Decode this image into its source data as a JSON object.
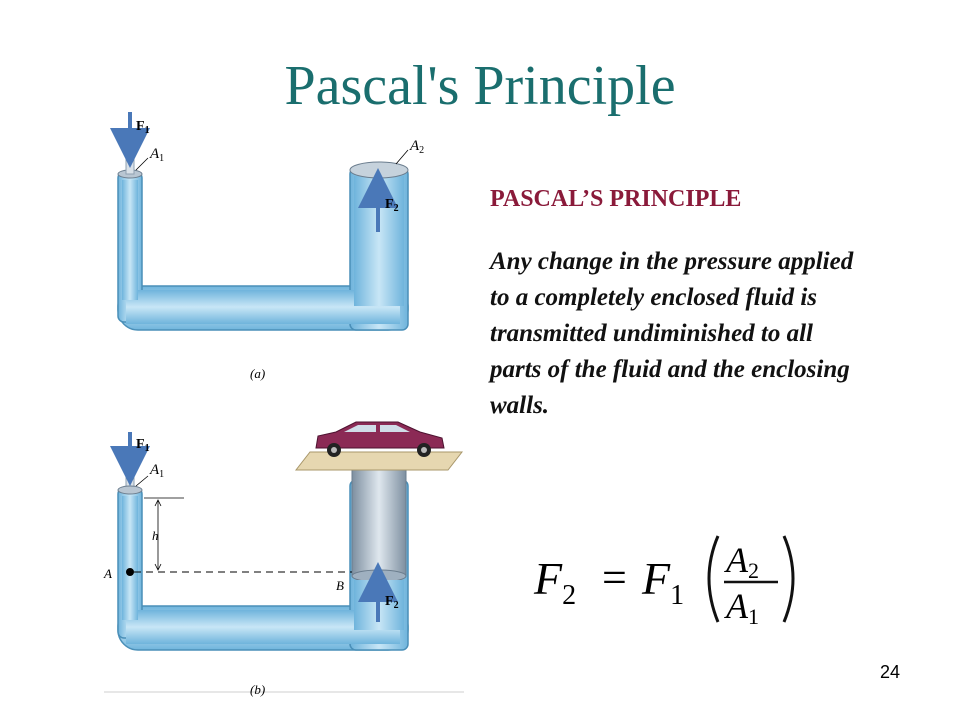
{
  "slide": {
    "title": "Pascal's Principle",
    "principle_heading": "PASCAL’S PRINCIPLE",
    "principle_statement": "Any change in the pressure applied to a completely enclosed fluid is transmitted undiminished to all parts of the fluid and the enclosing walls.",
    "page_number": "24"
  },
  "figure_a": {
    "f1": "F",
    "f1_sub": "1",
    "a1": "A",
    "a1_sub": "1",
    "a2": "A",
    "a2_sub": "2",
    "f2": "F",
    "f2_sub": "2",
    "caption": "(a)"
  },
  "figure_b": {
    "f1": "F",
    "f1_sub": "1",
    "a1": "A",
    "a1_sub": "1",
    "h": "h",
    "point_a": "A",
    "point_b": "B",
    "f2": "F",
    "f2_sub": "2",
    "caption": "(b)"
  },
  "equation": {
    "lhs": "F",
    "lhs_sub": "2",
    "equals": "=",
    "rhs": "F",
    "rhs_sub": "1",
    "num": "A",
    "num_sub": "2",
    "den": "A",
    "den_sub": "1"
  },
  "colors": {
    "title": "#1a6e6e",
    "heading": "#8a1a3a",
    "fluid": "#8fc8e8",
    "fluid_edge": "#4a8fb8",
    "arrow": "#4a78b8",
    "car": "#8b2a55"
  }
}
